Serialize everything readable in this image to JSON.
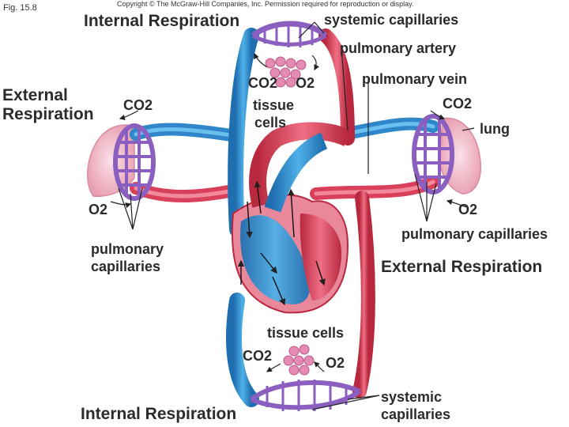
{
  "figure": {
    "fig_number": "Fig. 15.8",
    "copyright": "Copyright © The McGraw-Hill Companies, Inc. Permission required for reproduction or display."
  },
  "labels": {
    "internal_respiration_top": "Internal Respiration",
    "internal_respiration_bottom": "Internal Respiration",
    "external_respiration_left_line1": "External",
    "external_respiration_left_line2": "Respiration",
    "external_respiration_right": "External Respiration",
    "systemic_capillaries_top": "systemic capillaries",
    "systemic_capillaries_bottom_line1": "systemic",
    "systemic_capillaries_bottom_line2": "capillaries",
    "pulmonary_artery": "pulmonary artery",
    "pulmonary_vein": "pulmonary vein",
    "lung": "lung",
    "pulmonary_capillaries_left_line1": "pulmonary",
    "pulmonary_capillaries_left_line2": "capillaries",
    "pulmonary_capillaries_right": "pulmonary capillaries",
    "tissue_cells_top_line1": "tissue",
    "tissue_cells_top_line2": "cells",
    "tissue_cells_bottom": "tissue cells",
    "co2": "CO2",
    "o2": "O2"
  },
  "colors": {
    "oxygen_poor_blood": "#2f86c9",
    "oxygen_rich_blood": "#d9405a",
    "capillary_purple": "#8a5fc0",
    "lung_pink": "#f2b8c6"
  }
}
